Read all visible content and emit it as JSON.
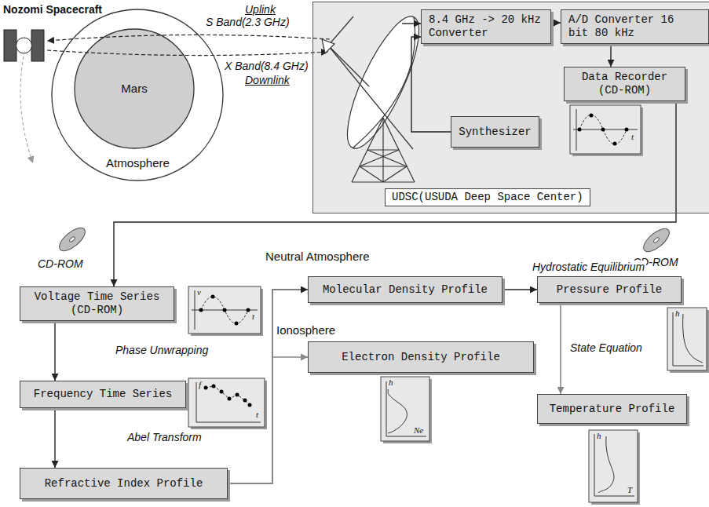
{
  "diagram": {
    "nodes": [
      {
        "text": [
          "Atmosphere"
        ]
      },
      {
        "text": [
          "Mars"
        ],
        "in": 0
      },
      {
        "text": [
          "UDSC(USUDA Deep Space Center)"
        ]
      },
      {
        "text": [
          "8.4 GHz -> 20 kHz Converter"
        ],
        "in": 2
      },
      {
        "text": [
          "A/D Converter 16 bit 80 kHz"
        ],
        "in": 2
      },
      {
        "text": [
          "Data Recorder (CD-ROM)"
        ],
        "in": 2
      },
      {
        "text": [
          "Synthesizer"
        ],
        "in": 2
      },
      {
        "text": [
          "Voltage Time Series (CD-ROM)"
        ]
      },
      {
        "text": [
          "Molecular Density Profile"
        ]
      },
      {
        "text": [
          "Pressure Profile"
        ]
      },
      {
        "text": [
          "Frequency Time Series"
        ]
      },
      {
        "text": [
          "Electron Density Profile"
        ]
      },
      {
        "text": [
          "Temperature Profile"
        ]
      },
      {
        "text": [
          "Refractive Index Profile"
        ]
      }
    ],
    "edges": [
      {
        "from": 3,
        "to": 4,
        "arrow": "to"
      },
      {
        "from": 4,
        "to": 5,
        "arrow": "to"
      },
      {
        "from": 6,
        "to": 3,
        "arrow": "to"
      },
      {
        "from": 5,
        "to": 7,
        "arrow": "to"
      },
      {
        "from": 7,
        "to": 10,
        "label": "Phase Unwrapping",
        "arrow": "to"
      },
      {
        "from": 10,
        "to": 13,
        "label": "Abel Transform",
        "arrow": "to"
      },
      {
        "from": 13,
        "to": 8,
        "arrow": "to"
      },
      {
        "from": 13,
        "to": 11,
        "arrow": "to"
      },
      {
        "from": 8,
        "to": 9,
        "label": "Hydrostatic Equilibrium",
        "arrow": "to"
      },
      {
        "from": 9,
        "to": 12,
        "label": "State Equation",
        "arrow": "to"
      }
    ],
    "labels": [
      "Nozomi Spacecraft",
      "Uplink",
      "S Band(2.3 GHz)",
      "X Band(8.4 GHz)",
      "Downlink",
      "t",
      "CD-ROM",
      "CD-ROM",
      "v",
      "t",
      "Neutral Atmosphere",
      "h",
      "f",
      "t",
      "Ionosphere",
      "h",
      "Ne",
      "h",
      "T"
    ]
  }
}
